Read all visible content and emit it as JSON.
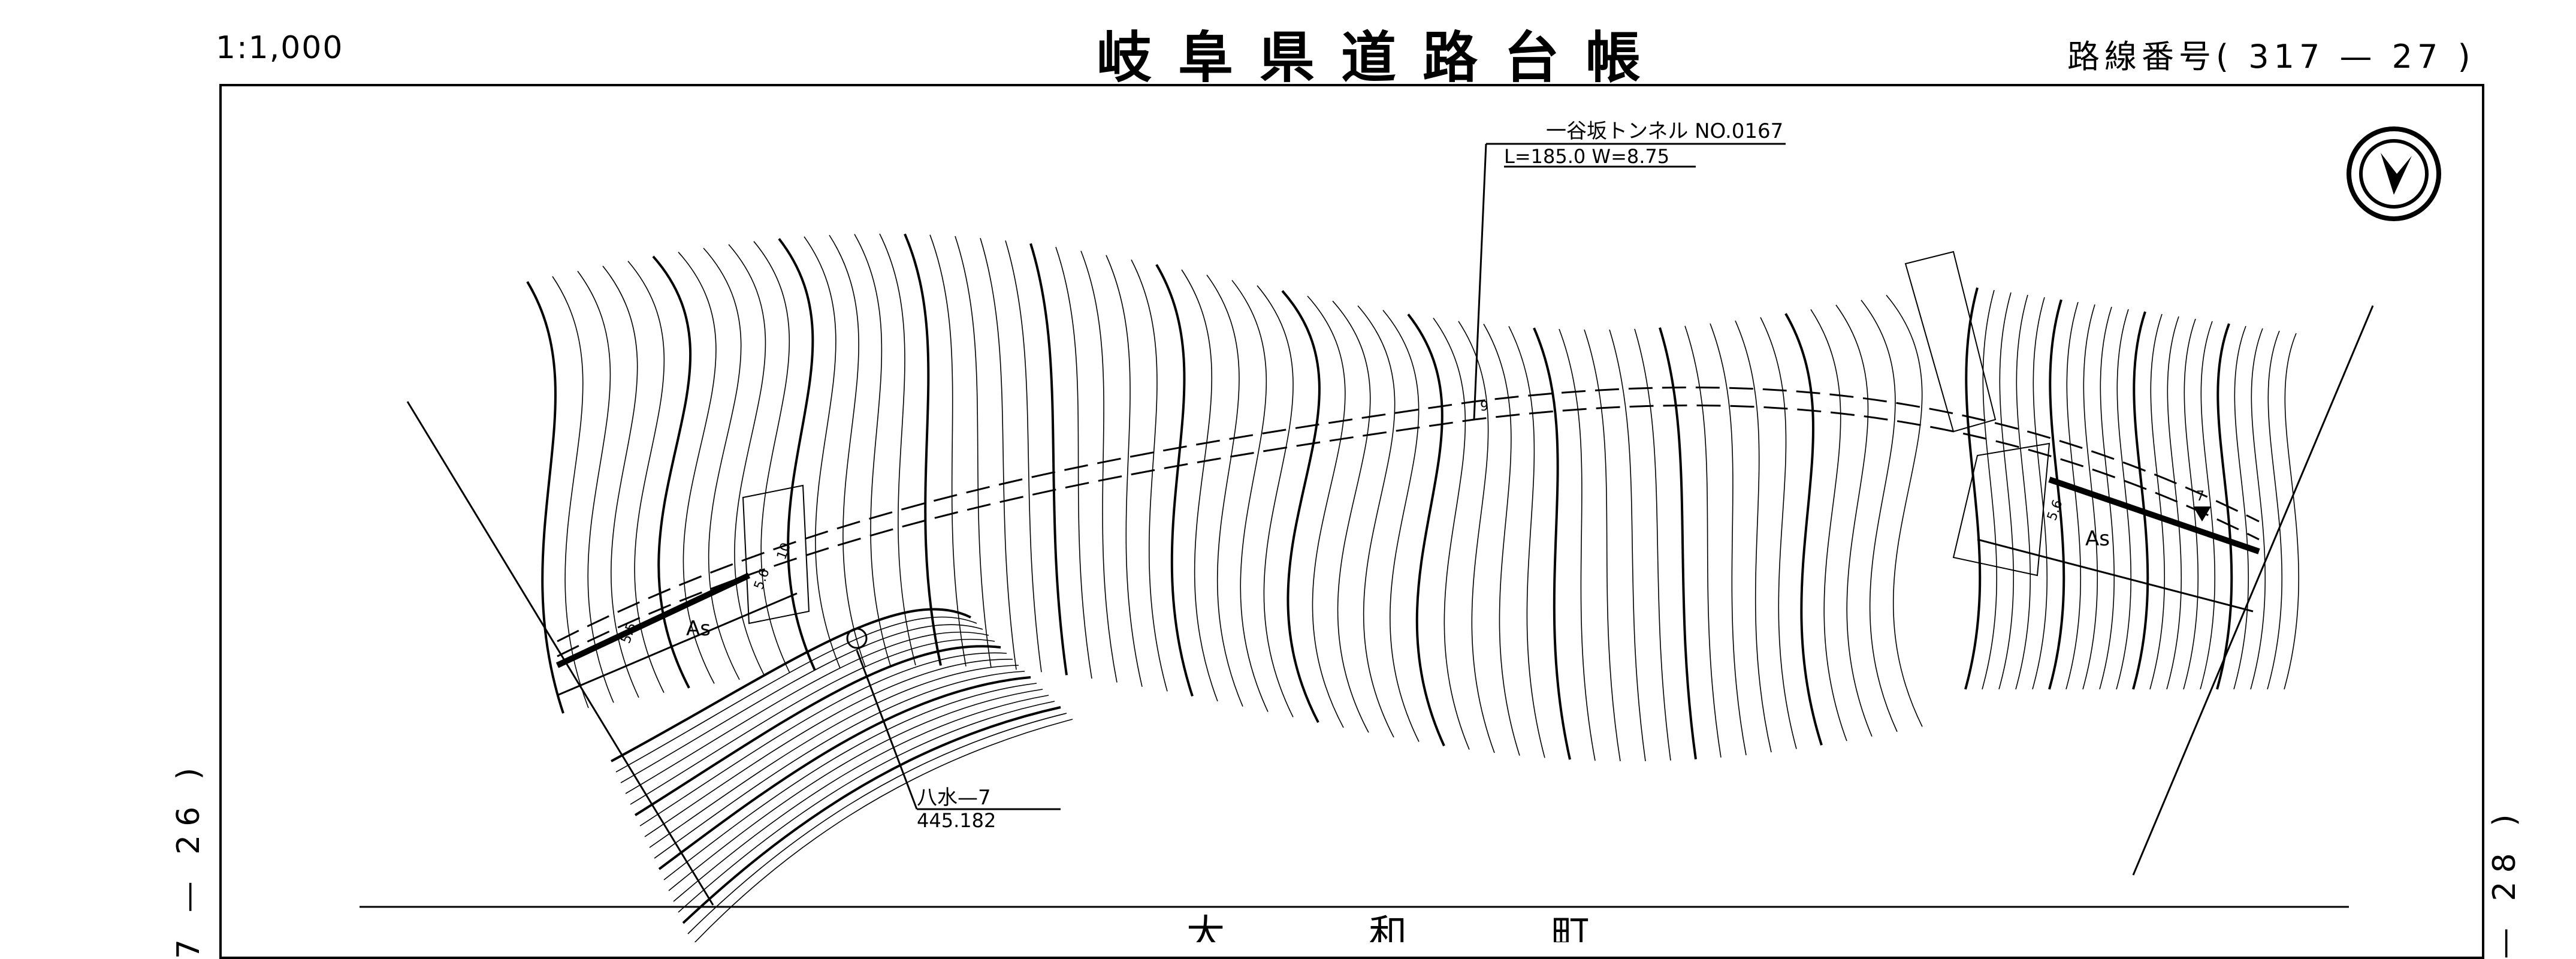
{
  "header": {
    "scale": "1:1,000",
    "title": "岐阜県道路台帳",
    "route_label": "路線番号(",
    "route_number": "317",
    "route_sep": "—",
    "route_sheet": "27",
    "route_close": ")"
  },
  "side_labels": {
    "left": "7 — 26 )",
    "right": "— 28 )"
  },
  "map": {
    "tunnel_name": "一谷坂トンネル NO.0167",
    "tunnel_dims": "L=185.0 W=8.75",
    "benchmark_name": "八水—7",
    "benchmark_elev": "445.182",
    "surface_left": "As",
    "surface_right": "As",
    "width_left_1": "5.5",
    "width_left_2": "5.6",
    "width_left_3": "10",
    "width_right": "5.6",
    "marker_7": "7",
    "marker_9": "9",
    "town_name": "大 和 町"
  },
  "icons": {
    "north_arrow": "north-arrow-icon"
  }
}
